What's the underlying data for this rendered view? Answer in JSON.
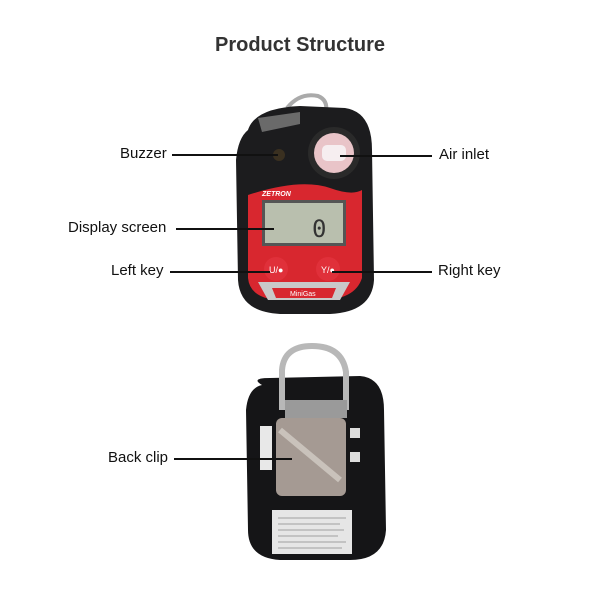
{
  "title": "Product Structure",
  "labels": {
    "buzzer": "Buzzer",
    "air_inlet": "Air inlet",
    "display_screen": "Display screen",
    "left_key": "Left key",
    "right_key": "Right key",
    "back_clip": "Back clip"
  },
  "device": {
    "brand": "ZETRON",
    "model": "MiniGas",
    "reading": "0"
  }
}
